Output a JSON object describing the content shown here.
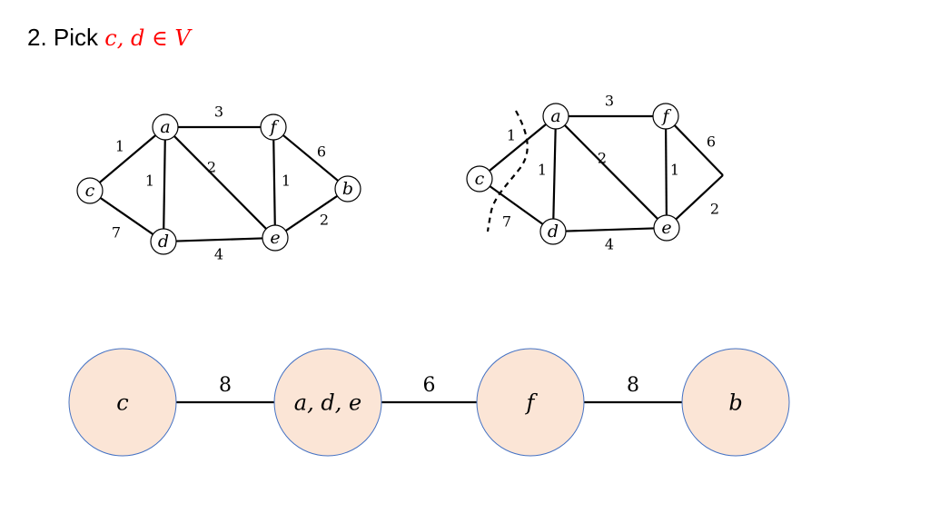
{
  "heading": {
    "number": "2.",
    "word": "Pick",
    "math": "c, d ∈ V",
    "math_color": "#ff0000"
  },
  "colors": {
    "big_node_fill": "#fbe5d6",
    "big_node_stroke": "#4472c4"
  },
  "graph_left": {
    "nodes": [
      {
        "id": "a",
        "label": "a"
      },
      {
        "id": "f",
        "label": "f"
      },
      {
        "id": "c",
        "label": "c"
      },
      {
        "id": "b",
        "label": "b"
      },
      {
        "id": "d",
        "label": "d"
      },
      {
        "id": "e",
        "label": "e"
      }
    ],
    "edges": [
      {
        "from": "a",
        "to": "f",
        "weight": "3"
      },
      {
        "from": "c",
        "to": "a",
        "weight": "1"
      },
      {
        "from": "a",
        "to": "d",
        "weight": "1"
      },
      {
        "from": "a",
        "to": "e",
        "weight": "2"
      },
      {
        "from": "f",
        "to": "e",
        "weight": "1"
      },
      {
        "from": "f",
        "to": "b",
        "weight": "6"
      },
      {
        "from": "e",
        "to": "b",
        "weight": "2"
      },
      {
        "from": "c",
        "to": "d",
        "weight": "7"
      },
      {
        "from": "d",
        "to": "e",
        "weight": "4"
      }
    ]
  },
  "graph_right": {
    "nodes": [
      {
        "id": "a",
        "label": "a"
      },
      {
        "id": "f",
        "label": "f"
      },
      {
        "id": "c",
        "label": "c"
      },
      {
        "id": "d",
        "label": "d"
      },
      {
        "id": "e",
        "label": "e"
      }
    ],
    "edges": [
      {
        "from": "a",
        "to": "f",
        "weight": "3"
      },
      {
        "from": "c",
        "to": "a",
        "weight": "1"
      },
      {
        "from": "a",
        "to": "d",
        "weight": "1"
      },
      {
        "from": "a",
        "to": "e",
        "weight": "2"
      },
      {
        "from": "f",
        "to": "e",
        "weight": "1"
      },
      {
        "from": "f",
        "to": "b",
        "weight": "6"
      },
      {
        "from": "e",
        "to": "b",
        "weight": "2"
      },
      {
        "from": "c",
        "to": "d",
        "weight": "7"
      },
      {
        "from": "d",
        "to": "e",
        "weight": "4"
      }
    ]
  },
  "contracted": {
    "nodes": [
      {
        "id": "c",
        "label": "c"
      },
      {
        "id": "ade",
        "label": "a, d, e"
      },
      {
        "id": "f",
        "label": "f"
      },
      {
        "id": "b",
        "label": "b"
      }
    ],
    "edges": [
      {
        "from": "c",
        "to": "ade",
        "weight": "8"
      },
      {
        "from": "ade",
        "to": "f",
        "weight": "6"
      },
      {
        "from": "f",
        "to": "b",
        "weight": "8"
      }
    ]
  }
}
